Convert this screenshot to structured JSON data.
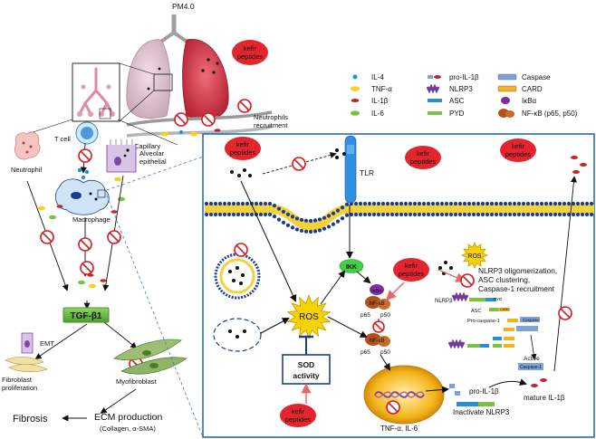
{
  "top_label": "PM4.0",
  "kefir_label": [
    "kefir",
    "peptides"
  ],
  "capillary_label": "Capillary",
  "neutrophils_recruitment": [
    "Neutrophils",
    "recruitment"
  ],
  "cells": {
    "neutrophil": "Neutrophil",
    "t_cell": "T cell",
    "alveolar": [
      "Alveolar",
      "epithelial"
    ],
    "macrophage": "Macrophage",
    "tgf": "TGF-β1",
    "emt": "EMT",
    "fibroblast": [
      "Fibroblast",
      "proliferation"
    ],
    "myofibroblast": "Myofibroblast",
    "fibrosis": "Fibrosis",
    "ecm": "ECM production",
    "ecm_sub": "(Collagen, α-SMA)"
  },
  "legend": [
    {
      "label": "IL-4",
      "icon": "blue-dot-icon",
      "color": "#1e90e6"
    },
    {
      "label": "TNF-α",
      "icon": "yellow-oval-icon",
      "color": "#f5d21f"
    },
    {
      "label": "IL-1β",
      "icon": "red-oval-icon",
      "color": "#c0282d"
    },
    {
      "label": "IL-6",
      "icon": "green-oval-icon",
      "color": "#7cc242"
    },
    {
      "label": "pro-IL-1β",
      "icon": "pro-il1b-icon",
      "color": "#c0282d"
    },
    {
      "label": "NLRP3",
      "icon": "nlrp3-icon",
      "color": "#6f3a9a"
    },
    {
      "label": "ASC",
      "icon": "asc-icon",
      "color": "#2b8fd1"
    },
    {
      "label": "PYD",
      "icon": "pyd-icon",
      "color": "#7cc242"
    },
    {
      "label": "Caspase",
      "icon": "caspase-icon",
      "color": "#7ea3d8"
    },
    {
      "label": "CARD",
      "icon": "card-icon",
      "color": "#f5b21a"
    },
    {
      "label": "IκBα",
      "icon": "ikba-icon",
      "color": "#7b2fa0"
    },
    {
      "label": "NF-κB (p65, p50)",
      "icon": "nfkb-icon",
      "color": "#b2521a"
    }
  ],
  "panel": {
    "tlr": "TLR",
    "ikk": "IKK",
    "ikba": "IκBα",
    "nfkb": "NF-κB",
    "p65": "p65",
    "p50": "p50",
    "ros": "ROS",
    "sod": [
      "SOD",
      "activity"
    ],
    "nlrp3_text": [
      "NLRP3 oligomerization,",
      "ASC clustering,",
      "Caspase-1 recruitment"
    ],
    "nlrp3": "NLRP3",
    "asc": "ASC",
    "pyd": "PYD",
    "card": "CARD",
    "pro_caspase": "Pro-caspase-1",
    "caspase": "Caspase",
    "active": "Active",
    "caspase1": "Caspase-1",
    "pro_il1b": "pro-IL-1β",
    "inactivate": "Inactivate NLRP3",
    "tnf_il6": "TNF-α, IL-6",
    "mature": "mature IL-1β"
  },
  "colors": {
    "panel_border": "#2a6db5",
    "membrane": "#f3d23a",
    "membrane_head": "#1b3b91",
    "kefir": "#e3262d",
    "ros": "#f6d200",
    "nucleus": "#f0a500",
    "tgf": "#6cc04a",
    "prohibit": "#d7161e"
  }
}
